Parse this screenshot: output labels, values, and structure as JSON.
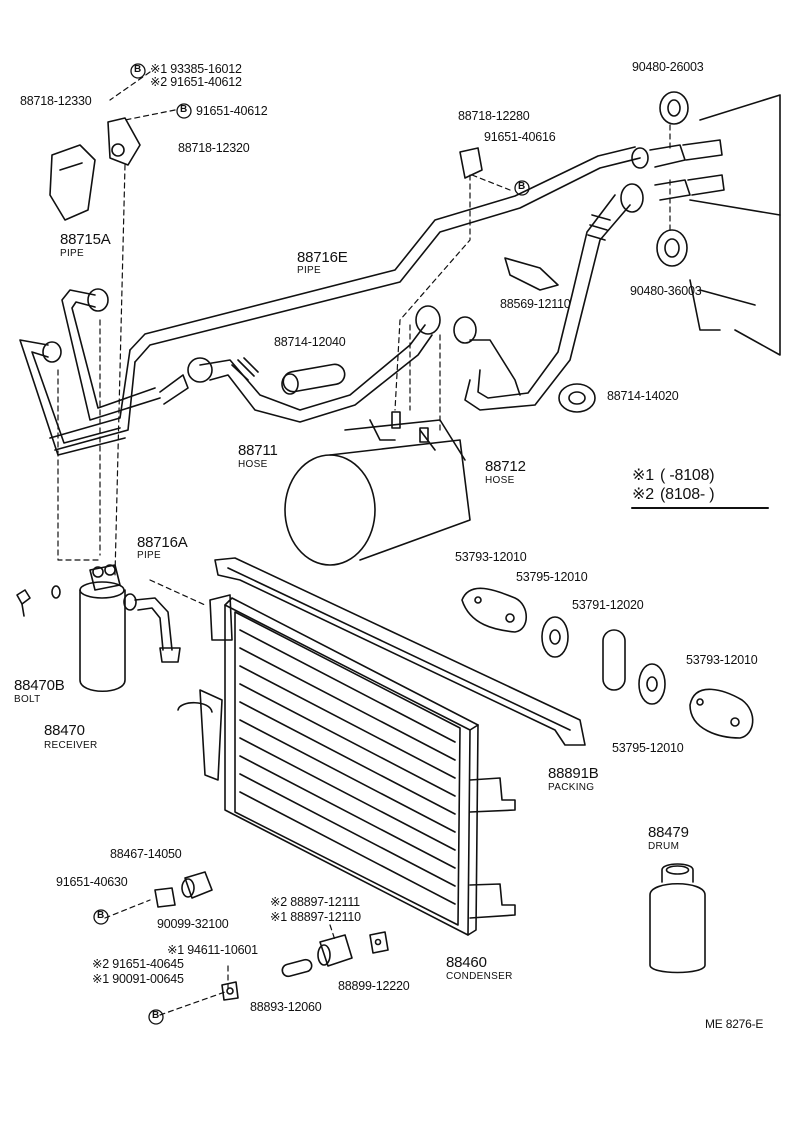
{
  "parts": [
    {
      "id": "p1",
      "text": "※1 93385-16012"
    },
    {
      "id": "p2",
      "text": "※2 91651-40612"
    },
    {
      "id": "p3",
      "text": "88718-12330"
    },
    {
      "id": "p4",
      "text": "91651-40612"
    },
    {
      "id": "p5",
      "text": "88718-12320"
    },
    {
      "id": "p6",
      "text": "88715A"
    },
    {
      "id": "p6s",
      "text": "PIPE"
    },
    {
      "id": "p7",
      "text": "88718-12280"
    },
    {
      "id": "p8",
      "text": "91651-40616"
    },
    {
      "id": "p9",
      "text": "90480-26003"
    },
    {
      "id": "p10",
      "text": "88716E"
    },
    {
      "id": "p10s",
      "text": "PIPE"
    },
    {
      "id": "p11",
      "text": "90480-36003"
    },
    {
      "id": "p12",
      "text": "88569-12110"
    },
    {
      "id": "p13",
      "text": "88714-12040"
    },
    {
      "id": "p14",
      "text": "88714-14020"
    },
    {
      "id": "p15",
      "text": "88711"
    },
    {
      "id": "p15s",
      "text": "HOSE"
    },
    {
      "id": "p16",
      "text": "88712"
    },
    {
      "id": "p16s",
      "text": "HOSE"
    },
    {
      "id": "p17",
      "text": "88716A"
    },
    {
      "id": "p17s",
      "text": "PIPE"
    },
    {
      "id": "p18",
      "text": "53793-12010"
    },
    {
      "id": "p19",
      "text": "53795-12010"
    },
    {
      "id": "p20",
      "text": "53791-12020"
    },
    {
      "id": "p21",
      "text": "53793-12010"
    },
    {
      "id": "p22",
      "text": "53795-12010"
    },
    {
      "id": "p23",
      "text": "88470B"
    },
    {
      "id": "p23s",
      "text": "BOLT"
    },
    {
      "id": "p24",
      "text": "88470"
    },
    {
      "id": "p24s",
      "text": "RECEIVER"
    },
    {
      "id": "p25",
      "text": "88891B"
    },
    {
      "id": "p25s",
      "text": "PACKING"
    },
    {
      "id": "p26",
      "text": "88479"
    },
    {
      "id": "p26s",
      "text": "DRUM"
    },
    {
      "id": "p27",
      "text": "88467-14050"
    },
    {
      "id": "p28",
      "text": "91651-40630"
    },
    {
      "id": "p29",
      "text": "90099-32100"
    },
    {
      "id": "p30",
      "text": "※2 88897-12111"
    },
    {
      "id": "p31",
      "text": "※1 88897-12110"
    },
    {
      "id": "p32",
      "text": "※1 94611-10601"
    },
    {
      "id": "p33",
      "text": "※2 91651-40645"
    },
    {
      "id": "p34",
      "text": "※1 90091-00645"
    },
    {
      "id": "p35",
      "text": "88893-12060"
    },
    {
      "id": "p36",
      "text": "88899-12220"
    },
    {
      "id": "p37",
      "text": "88460"
    },
    {
      "id": "p37s",
      "text": "CONDENSER"
    }
  ],
  "notes": {
    "n1_mark": "※1",
    "n1_range": "(        -8108)",
    "n2_mark": "※2",
    "n2_range": "(8108-        )"
  },
  "bolt_marker": "B",
  "ref_code": "ME  8276-E"
}
